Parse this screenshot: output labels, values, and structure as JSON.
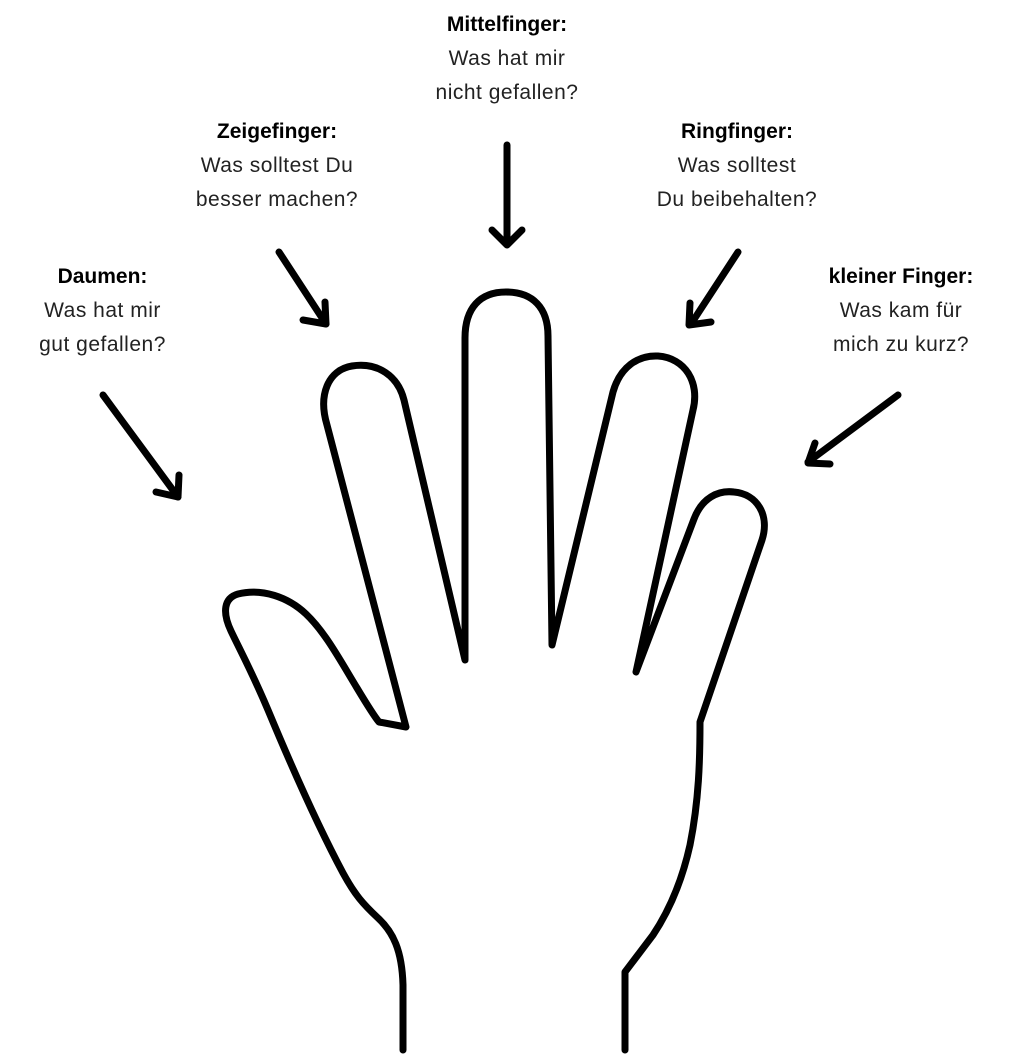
{
  "labels": {
    "mittelfinger": {
      "title": "Mittelfinger:",
      "line1": "Was hat mir",
      "line2": "nicht gefallen?"
    },
    "zeigefinger": {
      "title": "Zeigefinger:",
      "line1": "Was solltest Du",
      "line2": "besser machen?"
    },
    "ringfinger": {
      "title": "Ringfinger:",
      "line1": "Was solltest",
      "line2": "Du beibehalten?"
    },
    "daumen": {
      "title": "Daumen:",
      "line1": "Was hat mir",
      "line2": "gut gefallen?"
    },
    "kleiner_finger": {
      "title": "kleiner Finger:",
      "line1": "Was kam für",
      "line2": "mich zu kurz?"
    }
  },
  "colors": {
    "stroke": "#000000",
    "background": "#ffffff"
  }
}
